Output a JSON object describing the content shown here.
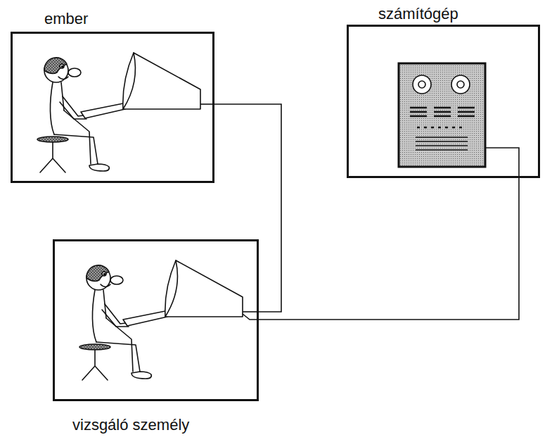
{
  "diagram": {
    "nodes": [
      {
        "text": [
          "ember"
        ]
      },
      {
        "text": [
          "számítógép"
        ]
      },
      {
        "text": [
          "vizsgáló személy"
        ]
      }
    ],
    "edges": [
      {
        "from": 0,
        "to": 2,
        "arrow": "none"
      },
      {
        "from": 1,
        "to": 2,
        "arrow": "none"
      }
    ]
  }
}
